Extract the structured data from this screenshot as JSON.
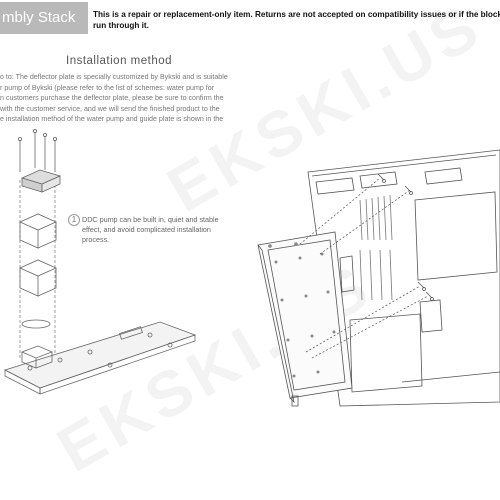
{
  "header": {
    "tab_label": "mbly Stack",
    "notice_line1": "This is a repair or replacement-only item. Returns are not accepted on compatibility issues or if the block has ho",
    "notice_line2": "run through it."
  },
  "section": {
    "title": "Installation method",
    "intro_lines": [
      "o to:  The deflector plate is specially customized by Bykski and is suitable",
      "r pump of Bykski (please refer to the list of schemes: water pump for",
      "n customers purchase the deflector plate, please be sure to confirm the",
      "with the customer service, and we will send the finished product to the",
      "e installation method of the water pump and guide plate is shown in the"
    ]
  },
  "callout": {
    "number": "1",
    "lines": [
      "DDC pump can be built in, quiet and stable",
      "effect, and avoid complicated installation",
      "process."
    ]
  },
  "watermark": {
    "text": "EKSKI.US"
  }
}
